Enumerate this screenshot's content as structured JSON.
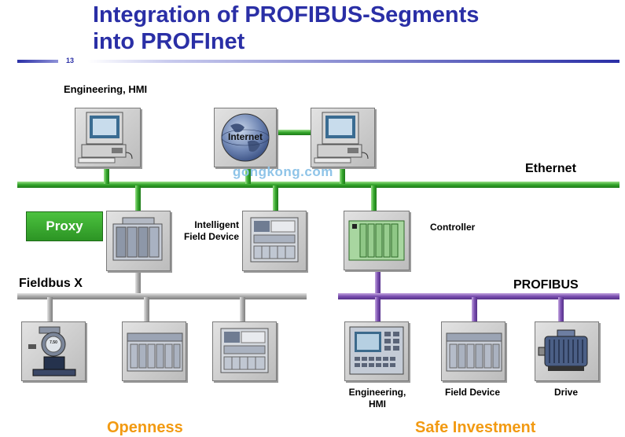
{
  "slide": {
    "title_line1": "Integration of PROFIBUS-Segments",
    "title_line2": "into PROFInet",
    "number": "13",
    "watermark": "gongkong.com"
  },
  "networks": {
    "ethernet": "Ethernet",
    "fieldbus": "Fieldbus X",
    "profibus": "PROFIBUS"
  },
  "labels": {
    "engineering_hmi": "Engineering, HMI",
    "internet": "Internet",
    "proxy": "Proxy",
    "intelligent_field_device_line1": "Intelligent",
    "intelligent_field_device_line2": "Field Device",
    "controller": "Controller",
    "profibus_engineering_line1": "Engineering,",
    "profibus_engineering_line2": "HMI",
    "field_device": "Field Device",
    "drive": "Drive",
    "meter_reading": "7.50"
  },
  "footer": {
    "left": "Openness",
    "right": "Safe Investment"
  },
  "colors": {
    "title": "#2a2fa6",
    "ethernet_line": "#33a52a",
    "fieldbus_line": "#a9a9a9",
    "profibus_line": "#7a4fb0",
    "proxy_fill": "#3aaa30",
    "footer_text": "#f29a12",
    "watermark": "#8fc4e8"
  },
  "icons": [
    "pc-workstation-icon",
    "globe-icon",
    "plc-module-icon",
    "field-device-icon",
    "controller-rack-icon",
    "hmi-panel-icon",
    "pressure-meter-icon",
    "io-rack-icon",
    "motor-drive-icon"
  ]
}
